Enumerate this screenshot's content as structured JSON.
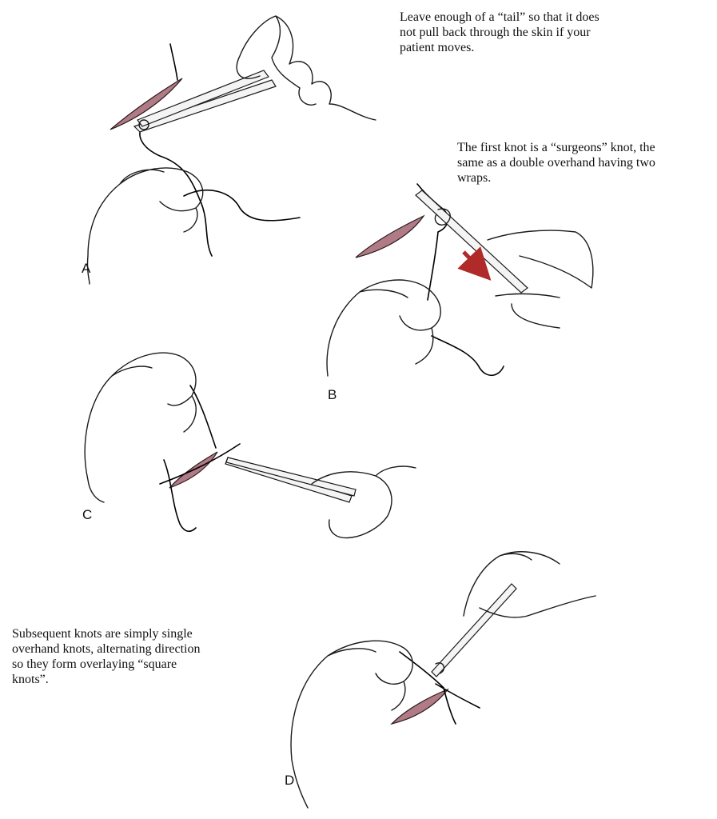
{
  "captions": {
    "tail": "Leave enough of a “tail” so that it does\nnot pull back through the skin if your\npatient moves.",
    "surgeons": "The first knot is a “surgeons” knot, the\nsame as a double overhand having two\nwraps.",
    "subsequent": "Subsequent knots are simply single\noverhand knots, alternating direction\nso they form overlaying “square\nknots”."
  },
  "labels": {
    "a": "A",
    "b": "B",
    "c": "C",
    "d": "D"
  },
  "colors": {
    "wound": "#b07a86",
    "arrow": "#b02a2a",
    "ink": "#1a1a1a"
  }
}
